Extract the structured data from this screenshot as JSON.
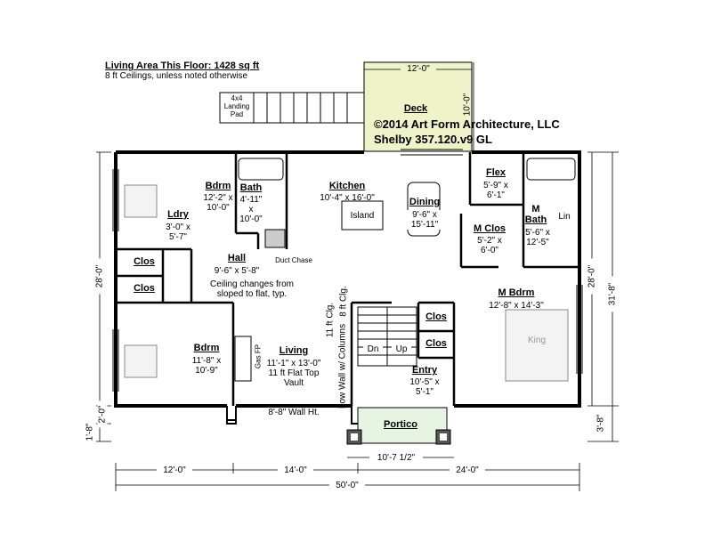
{
  "header": {
    "area": "Living Area This Floor: 1428 sq ft",
    "ceilings": "8 ft Ceilings, unless noted otherwise"
  },
  "credit": {
    "copyright": "©2014 Art Form Architecture, LLC",
    "plan_name": "Shelby 357.120.v9 GL"
  },
  "landing": {
    "l1": "4x4",
    "l2": "Landing",
    "l3": "Pad"
  },
  "deck": {
    "name": "Deck",
    "width": "12'-0\"",
    "depth": "10'-0\""
  },
  "rooms": {
    "bdrm1": {
      "name": "Bdrm",
      "d1": "12'-2\" x",
      "d2": "10'-0\""
    },
    "bath": {
      "name": "Bath",
      "d1": "4'-11\"",
      "d2": "x",
      "d3": "10'-0\""
    },
    "kitchen": {
      "name": "Kitchen",
      "d1": "10'-4\" x 16'-0\""
    },
    "island": "Island",
    "dining": {
      "name": "Dining",
      "d1": "9'-6\" x",
      "d2": "15'-11\""
    },
    "flex": {
      "name": "Flex",
      "d1": "5'-9\" x",
      "d2": "6'-1\""
    },
    "mbath": {
      "name1": "M",
      "name2": "Bath",
      "d1": "5'-6\" x",
      "d2": "12'-5\""
    },
    "lin": "Lin",
    "mclos": {
      "name": "M Clos",
      "d1": "5'-2\" x",
      "d2": "6'-0\""
    },
    "ldry": {
      "name": "Ldry",
      "d1": "3'-0\" x",
      "d2": "5'-7\""
    },
    "hall": {
      "name": "Hall",
      "d1": "9'-6\" x 5'-8\""
    },
    "clos1": "Clos",
    "clos2": "Clos",
    "clos3": "Clos",
    "clos4": "Clos",
    "mbdrm": {
      "name": "M Bdrm",
      "d1": "12'-8\" x 14'-3\""
    },
    "king": "King",
    "bdrm2": {
      "name": "Bdrm",
      "d1": "11'-8\" x",
      "d2": "10'-9\""
    },
    "living": {
      "name": "Living",
      "d1": "11'-1\" x 13'-0\"",
      "d2": "11 ft Flat Top",
      "d3": "Vault"
    },
    "entry": {
      "name": "Entry",
      "d1": "10'-5\" x",
      "d2": "5'-1\""
    },
    "portico": "Portico"
  },
  "notes": {
    "duct": "Duct Chase",
    "ceiling1": "Ceiling changes from",
    "ceiling2": "sloped to flat, typ.",
    "clg8": "8 ft Clg.",
    "clg11": "11 ft Clg.",
    "lowwall": "Low Wall w/ Columns",
    "gasfp": "Gas FP",
    "dn": "Dn",
    "up": "Up",
    "wallht": "8'-8\" Wall Ht."
  },
  "dims": {
    "bottom1": "12'-0\"",
    "bottom2": "14'-0\"",
    "bottom3": "24'-0\"",
    "total": "50'-0\"",
    "portico_w": "10'-7 1/2\"",
    "left_main": "28'-0\"",
    "left_a": "2'-0\"",
    "left_b": "1'-8\"",
    "right_main": "28'-0\"",
    "right_total": "31'-8\"",
    "right_small": "3'-8\""
  }
}
